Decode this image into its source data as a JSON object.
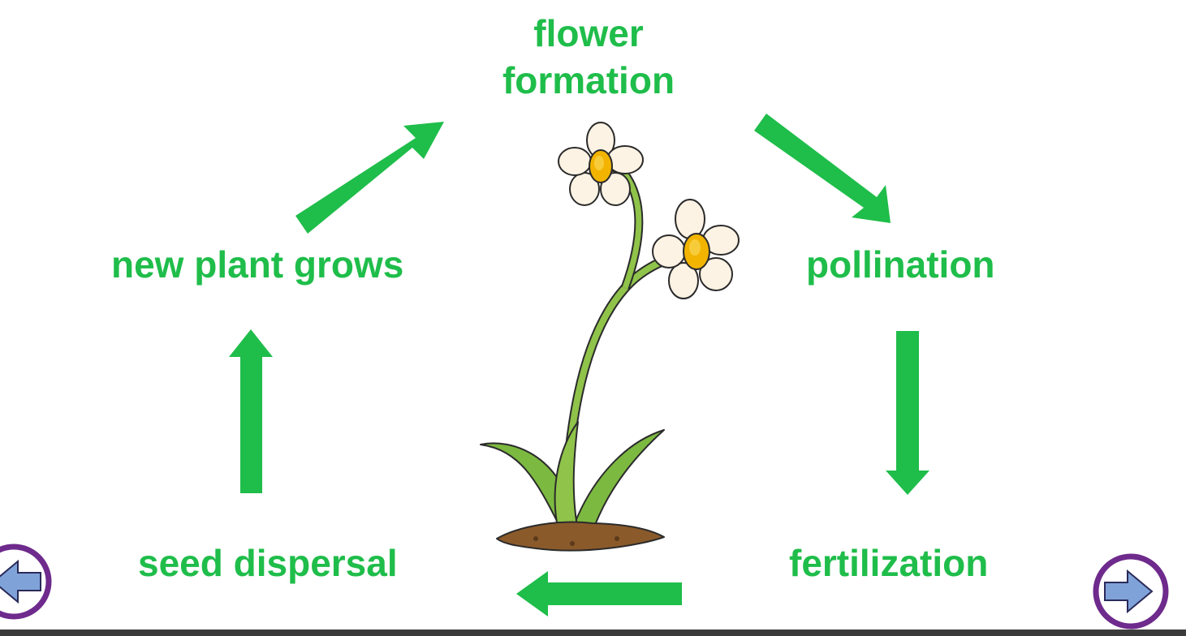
{
  "stages": {
    "flower_formation": {
      "line1": "flower",
      "line2": "formation"
    },
    "pollination": "pollination",
    "fertilization": "fertilization",
    "seed_dispersal": "seed dispersal",
    "new_plant_grows": "new plant grows"
  },
  "colors": {
    "label_green": "#1fbd4a",
    "arrow_green": "#1fbd4a",
    "nav_fill": "#7fa3d8",
    "nav_ring": "#6e2a8c"
  },
  "icons": {
    "prev": "previous-arrow-icon",
    "next": "next-arrow-icon"
  }
}
